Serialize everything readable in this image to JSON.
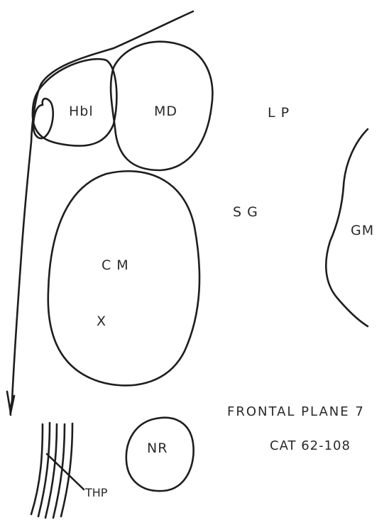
{
  "labels": {
    "hbl": "Hbl",
    "md": "MD",
    "lp": "L P",
    "sg": "S G",
    "gm": "GM",
    "cm": "C M",
    "x": "X",
    "nr": "NR",
    "thp": "THP",
    "plane": "FRONTAL PLANE 7",
    "cat": "CAT 62-108"
  },
  "colors": {
    "ink": "#1e1e1e",
    "background": "#ffffff"
  }
}
